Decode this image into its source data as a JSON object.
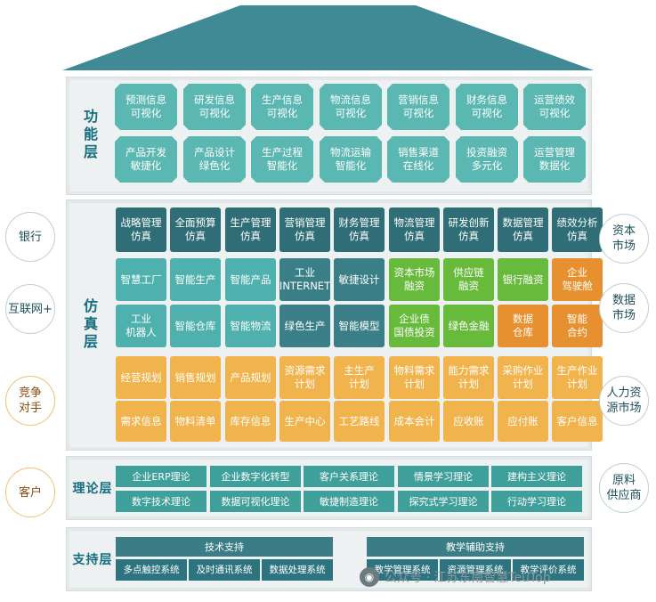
{
  "layers": {
    "function": "功能层",
    "simulation": "仿真层",
    "theory": "理论层",
    "support": "支持层"
  },
  "function_rows": [
    [
      "预测信息\n可视化",
      "研发信息\n可视化",
      "生产信息\n可视化",
      "物流信息\n可视化",
      "营销信息\n可视化",
      "财务信息\n可视化",
      "运营绩效\n可视化"
    ],
    [
      "产品开发\n敏捷化",
      "产品设计\n绿色化",
      "生产过程\n智能化",
      "物流运输\n智能化",
      "销售渠道\n在线化",
      "投资融资\n多元化",
      "运营管理\n数据化"
    ]
  ],
  "sim_top": [
    "战略管理\n仿真",
    "全面预算\n仿真",
    "生产管理\n仿真",
    "营销管理\n仿真",
    "财务管理\n仿真",
    "物流管理\n仿真",
    "研发创新\n仿真",
    "数据管理\n仿真",
    "绩效分析\n仿真"
  ],
  "sim_mid_row1": [
    "智慧工厂",
    "智能生产",
    "智能产品",
    "工业\nINTERNET",
    "敏捷设计",
    "资本市场\n融资",
    "供应链\n融资",
    "银行融资",
    "企业\n驾驶舱"
  ],
  "sim_mid_row2": [
    "工业\n机器人",
    "智能仓库",
    "智能物流",
    "绿色生产",
    "智能模型",
    "企业债\n国债投资",
    "绿色金融",
    "数据\n仓库",
    "智能\n合约"
  ],
  "sim_bot_row1": [
    "经营规划",
    "销售规划",
    "产品规划",
    "资源需求\n计划",
    "主生产\n计划",
    "物料需求\n计划",
    "能力需求\n计划",
    "采购作业\n计划",
    "生产作业\n计划"
  ],
  "sim_bot_row2": [
    "需求信息",
    "物料清单",
    "库存信息",
    "生产中心",
    "工艺路线",
    "成本会计",
    "应收账",
    "应付账",
    "客户信息"
  ],
  "theory_rows": [
    [
      "企业ERP理论",
      "企业数字化转型",
      "客户关系理论",
      "情景学习理论",
      "建构主义理论"
    ],
    [
      "数字技术理论",
      "数据可视化理论",
      "敏捷制造理论",
      "探究式学习理论",
      "行动学习理论"
    ]
  ],
  "support": {
    "tech_head": "技术支持",
    "tech_items": [
      "多点触控系统",
      "及时通讯系统",
      "数据处理系统"
    ],
    "teach_head": "教学辅助支持",
    "teach_items": [
      "教学管理系统",
      "资源管理系统",
      "教学评价系统"
    ]
  },
  "left_circles": [
    "银行",
    "互联网+",
    "竞争\n对手",
    "客户"
  ],
  "right_circles": [
    "资本\n市场",
    "数据\n市场",
    "人力资\n源市场",
    "原料\n供应商"
  ],
  "watermark": "公众号 · 江苏东南智慧TeuTop",
  "colors": {
    "roof": "#3f8a94",
    "teal": "#4fb1ad",
    "green": "#67ba3b",
    "orange": "#e7902f",
    "yellow": "#f1b34c"
  }
}
